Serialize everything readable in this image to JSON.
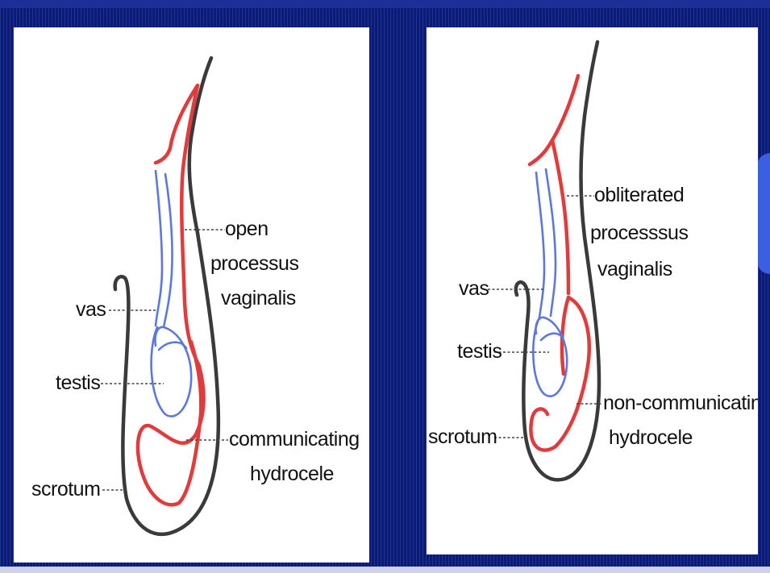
{
  "left_panel": {
    "labels": {
      "open": "open",
      "processus": "processus",
      "vaginalis": "vaginalis",
      "vas": "vas",
      "testis": "testis",
      "communicating": "communicating",
      "hydrocele": "hydrocele",
      "scrotum": "scrotum"
    }
  },
  "right_panel": {
    "labels": {
      "obliterated": "obliterated",
      "processsus": "processsus",
      "vaginalis": "vaginalis",
      "vas": "vas",
      "testis": "testis",
      "non_communicating": "non-communicating",
      "hydrocele": "hydrocele",
      "scrotum": "scrotum"
    }
  },
  "colors": {
    "background": "#0a1a78",
    "scrotum_outline": "#3a3a3a",
    "processus_red": "#e23b3b",
    "vas_testis_blue": "#5a78e0"
  }
}
